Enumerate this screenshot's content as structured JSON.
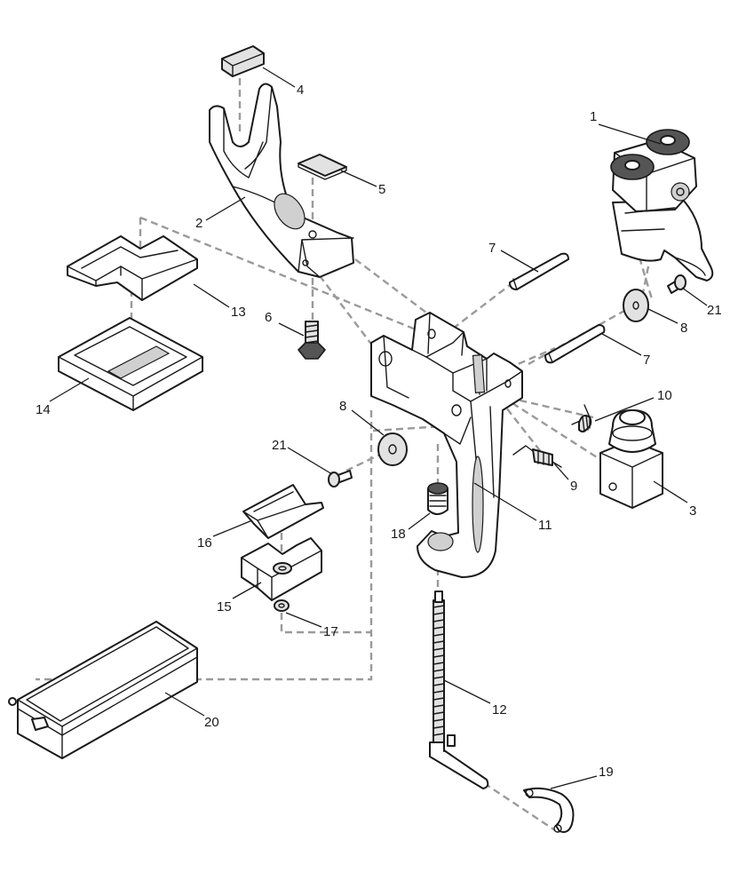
{
  "diagram": {
    "type": "exploded-parts-view",
    "callout_color": "#1a1a1a",
    "assembly_line_color": "#9a9a9a",
    "parts": [
      {
        "number": "1",
        "icon": "double-knob-clamp-head"
      },
      {
        "number": "2",
        "icon": "curved-arm-bracket"
      },
      {
        "number": "3",
        "icon": "mount-block"
      },
      {
        "number": "4",
        "icon": "rubber-cap"
      },
      {
        "number": "5",
        "icon": "rubber-pad"
      },
      {
        "number": "6",
        "icon": "hex-bolt"
      },
      {
        "number": "7",
        "icon": "pin"
      },
      {
        "number": "7",
        "icon": "pin"
      },
      {
        "number": "8",
        "icon": "washer"
      },
      {
        "number": "8",
        "icon": "washer"
      },
      {
        "number": "9",
        "icon": "torsion-spring"
      },
      {
        "number": "10",
        "icon": "torsion-spring"
      },
      {
        "number": "11",
        "icon": "frame-body"
      },
      {
        "number": "12",
        "icon": "threaded-screw-handle"
      },
      {
        "number": "13",
        "icon": "top-jaw-pad"
      },
      {
        "number": "14",
        "icon": "bottom-jaw-pad"
      },
      {
        "number": "15",
        "icon": "swivel-jaw-lower"
      },
      {
        "number": "16",
        "icon": "swivel-jaw-upper"
      },
      {
        "number": "17",
        "icon": "retaining-ring"
      },
      {
        "number": "18",
        "icon": "threaded-insert"
      },
      {
        "number": "19",
        "icon": "spring-clip"
      },
      {
        "number": "20",
        "icon": "storage-case"
      },
      {
        "number": "21",
        "icon": "screw"
      },
      {
        "number": "21",
        "icon": "screw"
      }
    ]
  }
}
